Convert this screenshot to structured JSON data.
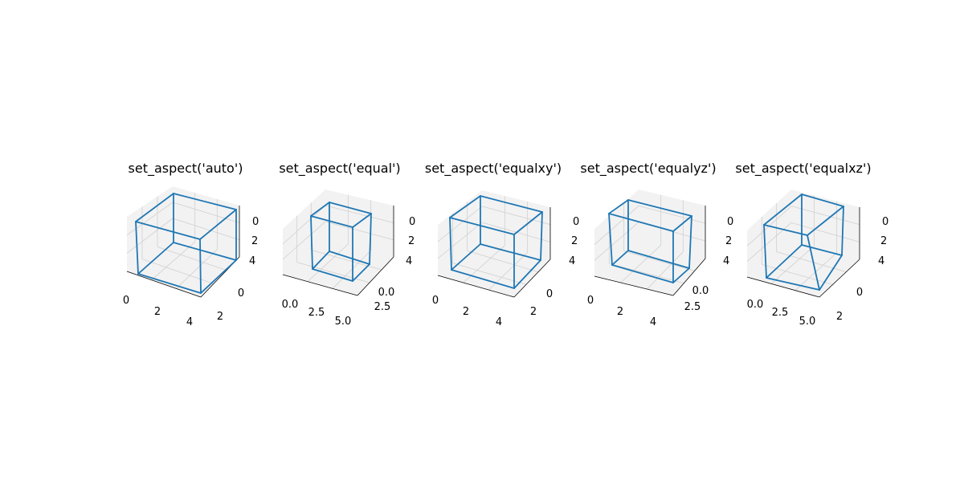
{
  "figure": {
    "background": "#ffffff",
    "line_color": "#1f77b4",
    "pane_color": "#f2f2f2",
    "grid_color": "#d0d0d0"
  },
  "chart_data": [
    {
      "type": "line",
      "title": "set_aspect('auto')",
      "x_ticks": [
        "0",
        "2",
        "4"
      ],
      "y_ticks": [
        "0",
        "2"
      ],
      "z_ticks": [
        "0",
        "2",
        "4"
      ],
      "box": {
        "x": [
          0,
          4
        ],
        "y": [
          0,
          3
        ],
        "z": [
          0,
          5
        ]
      },
      "grid": true
    },
    {
      "type": "line",
      "title": "set_aspect('equal')",
      "x_ticks": [
        "0.0",
        "2.5",
        "5.0"
      ],
      "y_ticks": [
        "0.0",
        "2.5"
      ],
      "z_ticks": [
        "0",
        "2",
        "4"
      ],
      "box": {
        "x": [
          0,
          4
        ],
        "y": [
          0,
          3
        ],
        "z": [
          0,
          5
        ]
      },
      "grid": true
    },
    {
      "type": "line",
      "title": "set_aspect('equalxy')",
      "x_ticks": [
        "0",
        "2",
        "4"
      ],
      "y_ticks": [
        "0",
        "2"
      ],
      "z_ticks": [
        "0",
        "2",
        "4"
      ],
      "box": {
        "x": [
          0,
          4
        ],
        "y": [
          0,
          3
        ],
        "z": [
          0,
          5
        ]
      },
      "grid": true
    },
    {
      "type": "line",
      "title": "set_aspect('equalyz')",
      "x_ticks": [
        "0",
        "2",
        "4"
      ],
      "y_ticks": [
        "0.0",
        "2.5"
      ],
      "z_ticks": [
        "0",
        "2",
        "4"
      ],
      "box": {
        "x": [
          0,
          4
        ],
        "y": [
          0,
          3
        ],
        "z": [
          0,
          5
        ]
      },
      "grid": true
    },
    {
      "type": "line",
      "title": "set_aspect('equalxz')",
      "x_ticks": [
        "0.0",
        "2.5",
        "5.0"
      ],
      "y_ticks": [
        "0",
        "2"
      ],
      "z_ticks": [
        "0",
        "2",
        "4"
      ],
      "box": {
        "x": [
          0,
          4
        ],
        "y": [
          0,
          3
        ],
        "z": [
          0,
          5
        ]
      },
      "grid": true
    }
  ]
}
